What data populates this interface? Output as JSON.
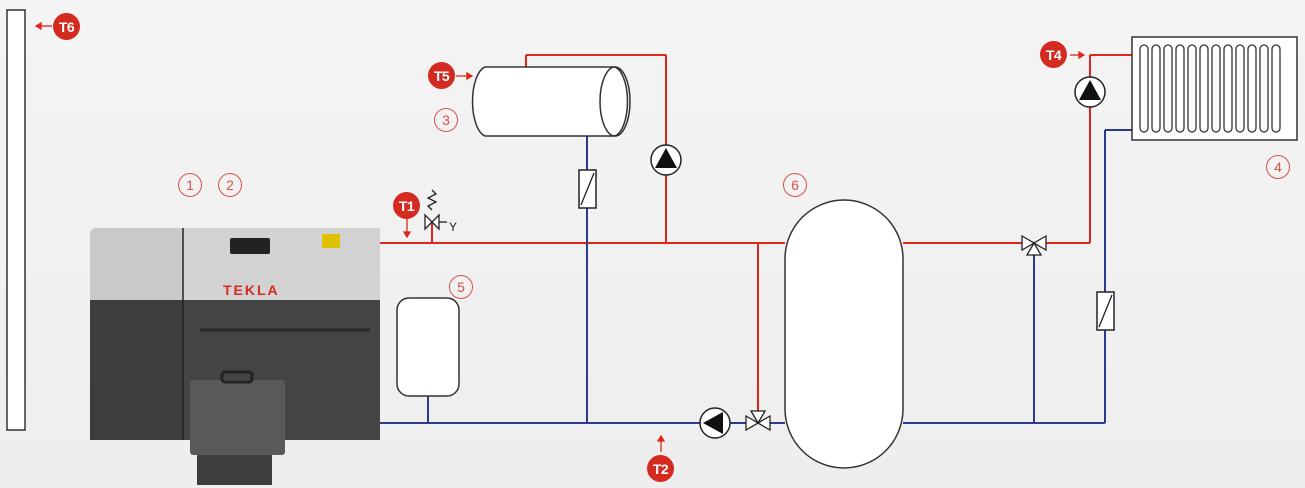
{
  "labels": {
    "t1": "T1",
    "t2": "T2",
    "t4": "T4",
    "t5": "T5",
    "t6": "T6",
    "n1": "1",
    "n2": "2",
    "n3": "3",
    "n4": "4",
    "n5": "5",
    "n6": "6",
    "valve": "Y",
    "brand": "TEKLA"
  },
  "colors": {
    "supply": "#e0261b",
    "return": "#2b3a8f",
    "tag": "#d42a20",
    "number": "#d9514a",
    "equipment_outline": "#333333"
  }
}
